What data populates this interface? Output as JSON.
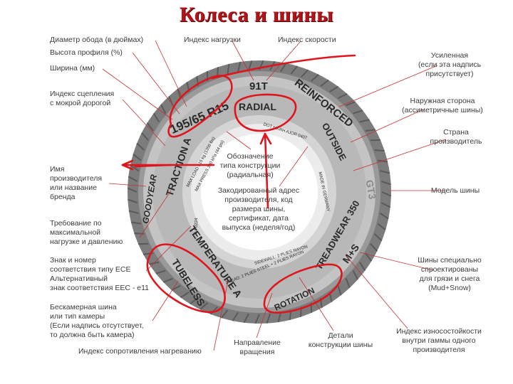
{
  "title": "Колеса и шины",
  "tire_text": {
    "size": "195/65 R15",
    "load_speed": "91T",
    "radial": "RADIAL",
    "reinforced": "REINFORCED",
    "outside": "OUTSIDE",
    "traction": "TRACTION A",
    "brand": "GOODYEAR",
    "temperature": "TEMPERATURE A",
    "tubeless": "TUBELESS",
    "treadwear": "TREADWEAR 350",
    "mplus": "M+S",
    "rotation": "ROTATION",
    "model": "GT3",
    "made_in": "MADE IN GERMANY",
    "dot": "DOT MKRH AJOR 0407",
    "load_max": "MAX LOAD 615 kg (1356 lbs)",
    "pressure": "MAX PRESS 300 kPa (44 psi)",
    "approval": "E4 0224",
    "plies": "TREAD: 2 PLIES STEEL + 2 PLIES RAYON",
    "sidewall": "SIDEWALL: 2 PLIES RAYON"
  },
  "labels_left": [
    "Диаметр обода (в дюймах)",
    "Высота профиля (%)",
    "Ширина (мм)",
    "Индекс сцепления\nс мокрой дорогой",
    "Имя\nпроизводителя\nили название\nбренда",
    "Требование по\nмаксимальной\nнагрузке и давлению",
    "Знак и номер\nсоответствия типу ECE\nАльтернативный\nзнак соответствия EEC - e11",
    "Бескамерная шина\nили тип камеры\n(Если надпись отсутствует,\nто должна быть камера)",
    "Индекс сопротивления нагреванию"
  ],
  "labels_top": [
    "Индекс нагрузки",
    "Индекс скорости"
  ],
  "labels_right": [
    "Усиленная\n(если эта надпись\nприсутствует)",
    "Наружная сторона\n(ассиметричные шины)",
    "Страна\nпроизводитель",
    "Модель шины",
    "Шины специально\nспроектированы\nдля грязи и снега\n(Mud+Snow)",
    "Индекс износостойкости\nвнутри гаммы одного\nпроизводителя"
  ],
  "labels_bottom": [
    "Направление\nвращения",
    "Детали\nконструкции шины"
  ],
  "labels_center": [
    "Обозначение\nтипа конструкции\n(радиальная)",
    "Закодированный адрес\nпроизводителя, код\nразмера шины,\nсертификат, дата\nвыпуска (неделя/год)"
  ],
  "colors": {
    "title": "#b3141a",
    "marker": "#e0141c",
    "leader": "#c82020",
    "tire_dark": "#8a8a8a",
    "tire_mid": "#b4b4b4"
  }
}
